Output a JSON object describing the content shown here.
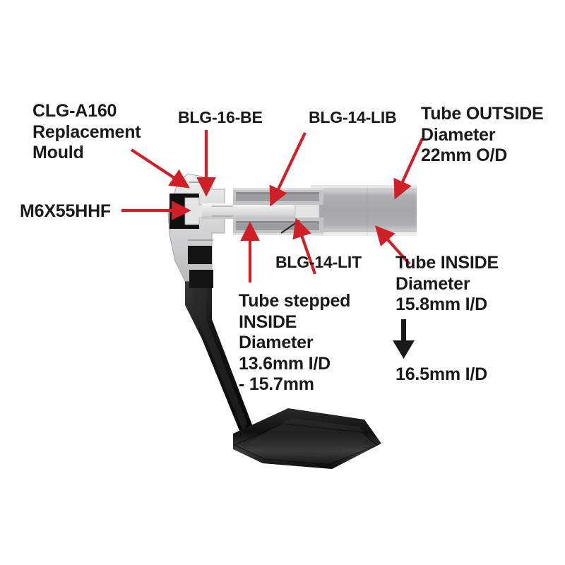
{
  "figure": {
    "title": "Tube clamp lever cross-section exploded callout diagram",
    "background_color": "#ffffff",
    "arrow_color": "#cf2027",
    "text_color": "#1a1a1a",
    "part_light_grey": "#d9dadb",
    "part_mid_grey": "#a9acae",
    "part_dark": "#1b1b1b"
  },
  "labels": {
    "clg_mould": "CLG-A160\nReplacement\nMould",
    "m6_bolt": "M6X55HHF",
    "blg_16_be": "BLG-16-BE",
    "blg_14_lib": "BLG-14-LIB",
    "blg_14_lit": "BLG-14-LIT",
    "tube_outside": "Tube OUTSIDE\nDiameter\n22mm O/D",
    "tube_stepped_inside": "Tube stepped\nINSIDE\nDiameter\n13.6mm I/D\n- 15.7mm",
    "tube_inside": "Tube INSIDE\nDiameter\n15.8mm I/D",
    "tube_inside_result": "16.5mm I/D"
  },
  "icons": {
    "down_arrow": "down-arrow-icon",
    "callout_arrow": "callout-arrow-icon"
  },
  "specs": {
    "tube_outside_diameter_mm": 22,
    "tube_inside_diameter_mm": 15.8,
    "tube_inside_expanded_mm": 16.5,
    "tube_stepped_inside_min_mm": 13.6,
    "tube_stepped_inside_max_mm": 15.7,
    "bolt": "M6X55HHF",
    "parts": [
      "CLG-A160",
      "BLG-16-BE",
      "BLG-14-LIB",
      "BLG-14-LIT"
    ]
  }
}
